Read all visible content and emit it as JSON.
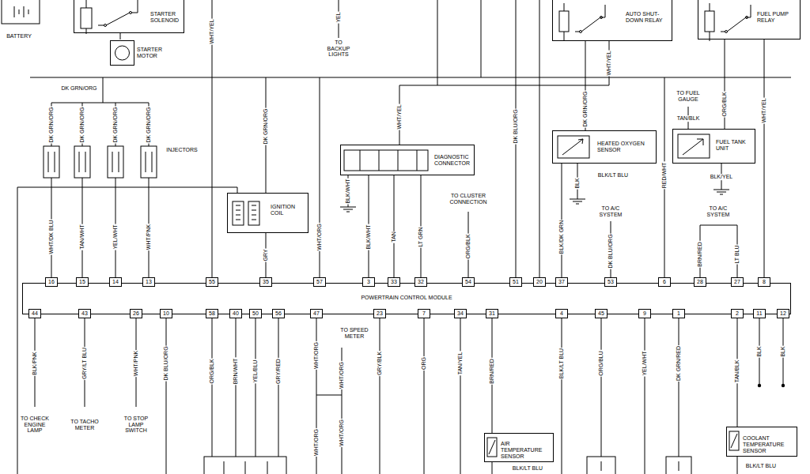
{
  "diagram": {
    "nodes": [
      {
        "text": [
          "STARTER SOLENOID"
        ]
      },
      {
        "text": [
          "STARTER MOTOR"
        ]
      },
      {
        "text": [
          "AUTO SHUT-DOWN RELAY"
        ]
      },
      {
        "text": [
          "FUEL PUMP RELAY"
        ]
      },
      {
        "text": [
          "IGNITION COIL"
        ]
      },
      {
        "text": [
          "DIAGNOSTIC CONNECTOR"
        ]
      },
      {
        "text": [
          "HEATED OXYGEN SENSOR"
        ]
      },
      {
        "text": [
          "FUEL TANK UNIT"
        ]
      },
      {
        "text": [
          "POWERTRAIN CONTROL MODULE"
        ]
      },
      {
        "text": [
          "16"
        ],
        "in": 8
      },
      {
        "text": [
          "15"
        ],
        "in": 8
      },
      {
        "text": [
          "14"
        ],
        "in": 8
      },
      {
        "text": [
          "13"
        ],
        "in": 8
      },
      {
        "text": [
          "55"
        ],
        "in": 8
      },
      {
        "text": [
          "35"
        ],
        "in": 8
      },
      {
        "text": [
          "57"
        ],
        "in": 8
      },
      {
        "text": [
          "3"
        ],
        "in": 8
      },
      {
        "text": [
          "33"
        ],
        "in": 8
      },
      {
        "text": [
          "32"
        ],
        "in": 8
      },
      {
        "text": [
          "54"
        ],
        "in": 8
      },
      {
        "text": [
          "51"
        ],
        "in": 8
      },
      {
        "text": [
          "20"
        ],
        "in": 8
      },
      {
        "text": [
          "37"
        ],
        "in": 8
      },
      {
        "text": [
          "53"
        ],
        "in": 8
      },
      {
        "text": [
          "6"
        ],
        "in": 8
      },
      {
        "text": [
          "28"
        ],
        "in": 8
      },
      {
        "text": [
          "27"
        ],
        "in": 8
      },
      {
        "text": [
          "8"
        ],
        "in": 8
      },
      {
        "text": [
          "44"
        ],
        "in": 8
      },
      {
        "text": [
          "43"
        ],
        "in": 8
      },
      {
        "text": [
          "26"
        ],
        "in": 8
      },
      {
        "text": [
          "10"
        ],
        "in": 8
      },
      {
        "text": [
          "58"
        ],
        "in": 8
      },
      {
        "text": [
          "40"
        ],
        "in": 8
      },
      {
        "text": [
          "50"
        ],
        "in": 8
      },
      {
        "text": [
          "56"
        ],
        "in": 8
      },
      {
        "text": [
          "47"
        ],
        "in": 8
      },
      {
        "text": [
          "23"
        ],
        "in": 8
      },
      {
        "text": [
          "7"
        ],
        "in": 8
      },
      {
        "text": [
          "34"
        ],
        "in": 8
      },
      {
        "text": [
          "31"
        ],
        "in": 8
      },
      {
        "text": [
          "4"
        ],
        "in": 8
      },
      {
        "text": [
          "45"
        ],
        "in": 8
      },
      {
        "text": [
          "9"
        ],
        "in": 8
      },
      {
        "text": [
          "1"
        ],
        "in": 8
      },
      {
        "text": [
          "2"
        ],
        "in": 8
      },
      {
        "text": [
          "11"
        ],
        "in": 8
      },
      {
        "text": [
          "12"
        ],
        "in": 8
      },
      {
        "text": [
          "AIR TEMPERATURE SENSOR"
        ]
      },
      {
        "text": [
          "COOLANT TEMPERATURE SENSOR"
        ]
      }
    ],
    "edges": [
      {
        "from": 0,
        "to": 1,
        "arrow": "none"
      },
      {
        "from": 4,
        "to": 14,
        "label": "GRY",
        "arrow": "none"
      },
      {
        "from": 5,
        "to": 16,
        "label": "BLK/WHT",
        "arrow": "none"
      },
      {
        "from": 5,
        "to": 17,
        "label": "TAN",
        "arrow": "none"
      },
      {
        "from": 5,
        "to": 18,
        "label": "LT GRN",
        "arrow": "none"
      },
      {
        "from": 2,
        "to": 6,
        "label": "DK GRN/ORG",
        "arrow": "none"
      },
      {
        "from": 6,
        "to": 22,
        "label": "BLK/DK GRN",
        "arrow": "none"
      },
      {
        "from": 3,
        "to": 7,
        "label": "ORG/BLK",
        "arrow": "none"
      },
      {
        "from": 3,
        "to": 27,
        "label": "WHT/YEL",
        "arrow": "none"
      },
      {
        "from": 40,
        "to": 48,
        "label": "BRN/RED",
        "arrow": "none"
      },
      {
        "from": 45,
        "to": 49,
        "label": "TAN/BLK",
        "arrow": "none"
      }
    ],
    "labels": [
      "BATTERY",
      "WHT/YEL",
      "YEL",
      "TO BACKUP LIGHTS",
      "WHT/YEL",
      "DK GRN/ORG",
      "DK GRN/ORG",
      "DK GRN/ORG",
      "DK GRN/ORG",
      "DK GRN/ORG",
      "INJECTORS",
      "DK GRN/ORG",
      "WHT/YEL",
      "DK BLU/ORG",
      "TO FUEL GAUGE",
      "TAN/BLK",
      "BLK/YEL",
      "BLK/LT BLU",
      "BLK",
      "RED/WHT",
      "BLK/WHT",
      "WHT/DK BLU",
      "TAN/WHT",
      "YEL/WHT",
      "WHT/PNK",
      "WHT/ORG",
      "TO CLUSTER CONNECTION",
      "ORG/BLK",
      "TO A/C SYSTEM",
      "DK BLU/ORG",
      "TO A/C SYSTEM",
      "BRN/RED",
      "LT BLU",
      "BLK/PNK",
      "GRY/LT BLU",
      "WHT/PNK",
      "DK BLU/ORG",
      "ORG/BLK",
      "BRN/WHT",
      "YEL/BLU",
      "GRY/RED",
      "WHT/ORG",
      "TO SPEED METER",
      "WHT/ORG",
      "WHT/ORG",
      "WHT/ORG",
      "GRY/BLK",
      "ORG",
      "TAN/YEL",
      "BLK/LT BLU",
      "ORG/BLU",
      "YEL/WHT",
      "DK GRN/RED",
      "BLK",
      "BLK",
      "TO CHECK ENGINE LAMP",
      "TO TACHO METER",
      "TO STOP LAMP SWITCH",
      "BLK/LT BLU",
      "BLK/LT BLU"
    ]
  }
}
